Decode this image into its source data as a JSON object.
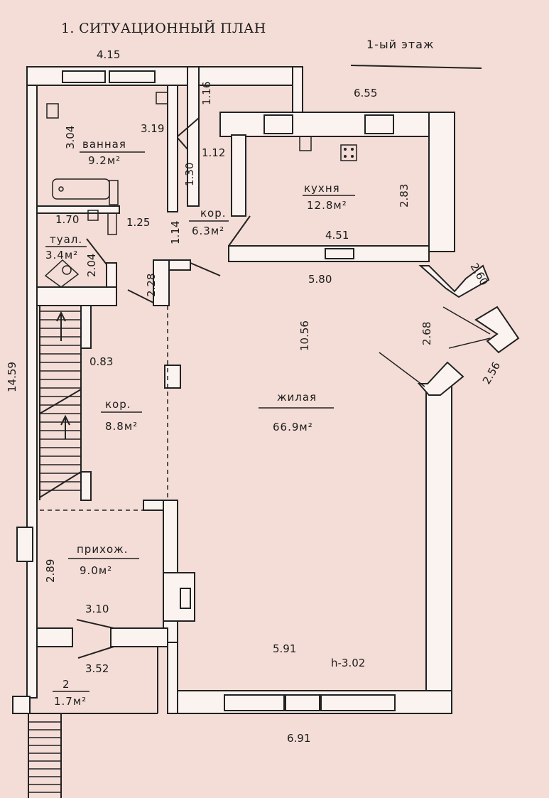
{
  "header": {
    "title": "1. СИТУАЦИОННЫЙ ПЛАН",
    "floor": "1-ый этаж"
  },
  "rooms": {
    "bath": {
      "name": "ванная",
      "area": "9.2м²"
    },
    "kitchen": {
      "name": "кухня",
      "area": "12.8м²"
    },
    "toilet": {
      "name": "туал.",
      "area": "3.4м²"
    },
    "corridor_small": {
      "name": "кор.",
      "area": "6.3м²"
    },
    "corridor": {
      "name": "кор.",
      "area": "8.8м²"
    },
    "living": {
      "name": "жилая",
      "area": "66.9м²"
    },
    "hall": {
      "name": "прихож.",
      "area": "9.0м²"
    },
    "porch": {
      "name": "2",
      "area": "1.7м²"
    }
  },
  "dimensions": {
    "d_4_15": "4.15",
    "d_6_55": "6.55",
    "d_1_16": "1.16",
    "d_3_04": "3.04",
    "d_3_19": "3.19",
    "d_1_12": "1.12",
    "d_1_30": "1.30",
    "d_2_83": "2.83",
    "d_1_70": "1.70",
    "d_1_25": "1.25",
    "d_1_14": "1.14",
    "d_4_51": "4.51",
    "d_2_04": "2.04",
    "d_2_28": "2.28",
    "d_5_80": "5.80",
    "d_2_60": "2.60",
    "d_10_56": "10.56",
    "d_2_68": "2.68",
    "d_2_56": "2.56",
    "d_0_83": "0.83",
    "d_14_59": "14.59",
    "d_2_89": "2.89",
    "d_3_10": "3.10",
    "d_3_52": "3.52",
    "d_5_91": "5.91",
    "d_h": "h-3.02",
    "d_6_91": "6.91"
  }
}
